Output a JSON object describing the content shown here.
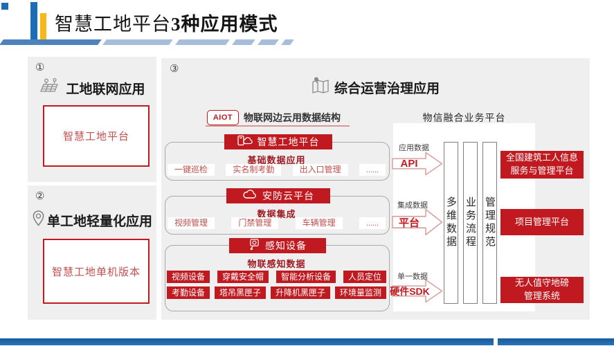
{
  "colors": {
    "brand_red": "#c01a20",
    "muted_red": "#c0504d",
    "dark_red": "#9e1b21",
    "pink_border": "#d49a98",
    "pink_underline": "#d99694",
    "panel_gray": "#efeff0",
    "blue_bar": "#1e6cb5",
    "yellow_bar": "#f6b81b",
    "underline_dark": "#4f81bd",
    "underline_light": "#a7bddc",
    "bottom_bar_top": "#155a9d",
    "bottom_bar_bottom": "#2b74b6"
  },
  "header": {
    "title_regular": "智慧工地平台",
    "title_bold": "3种应用模式"
  },
  "panel1": {
    "number": "①",
    "heading": "工地联网应用",
    "box_label": "智慧工地平台"
  },
  "panel2": {
    "number": "②",
    "heading": "单工地轻量化应用",
    "box_label": "智慧工地单机版本"
  },
  "panel3": {
    "number": "③",
    "heading": "综合运营治理应用",
    "aiot_badge": "AIOT",
    "aiot_caption": "物联网边云用数据结构",
    "platform_title": "物信融合业务平台",
    "blocks": [
      {
        "header": "智慧工地平台",
        "subtitle": "基础数据应用",
        "items": [
          "一键巡检",
          "实名制考勤",
          "出入口管理",
          "......"
        ]
      },
      {
        "header": "安防云平台",
        "subtitle": "数据集成",
        "items": [
          "视频管理",
          "门禁管理",
          "车辆管理",
          "......"
        ]
      },
      {
        "header": "感知设备",
        "subtitle": "物联感知数据",
        "row1": [
          "视频设备",
          "穿戴安全帽",
          "智能分析设备",
          "人员定位"
        ],
        "row2": [
          "考勤设备",
          "塔吊黑匣子",
          "升降机黑匣子",
          "环境量监测"
        ]
      }
    ],
    "arrows": [
      {
        "caption": "应用数据",
        "label": "API"
      },
      {
        "caption": "集成数据",
        "label": "平台"
      },
      {
        "caption": "单一数据",
        "label": "硬件SDK"
      }
    ],
    "pillars": [
      "多维数据",
      "业务流程",
      "管理规范"
    ],
    "outputs": [
      "全国建筑工人信息\n服务与管理平台",
      "项目管理平台",
      "无人值守地磅\n管理系统"
    ]
  }
}
